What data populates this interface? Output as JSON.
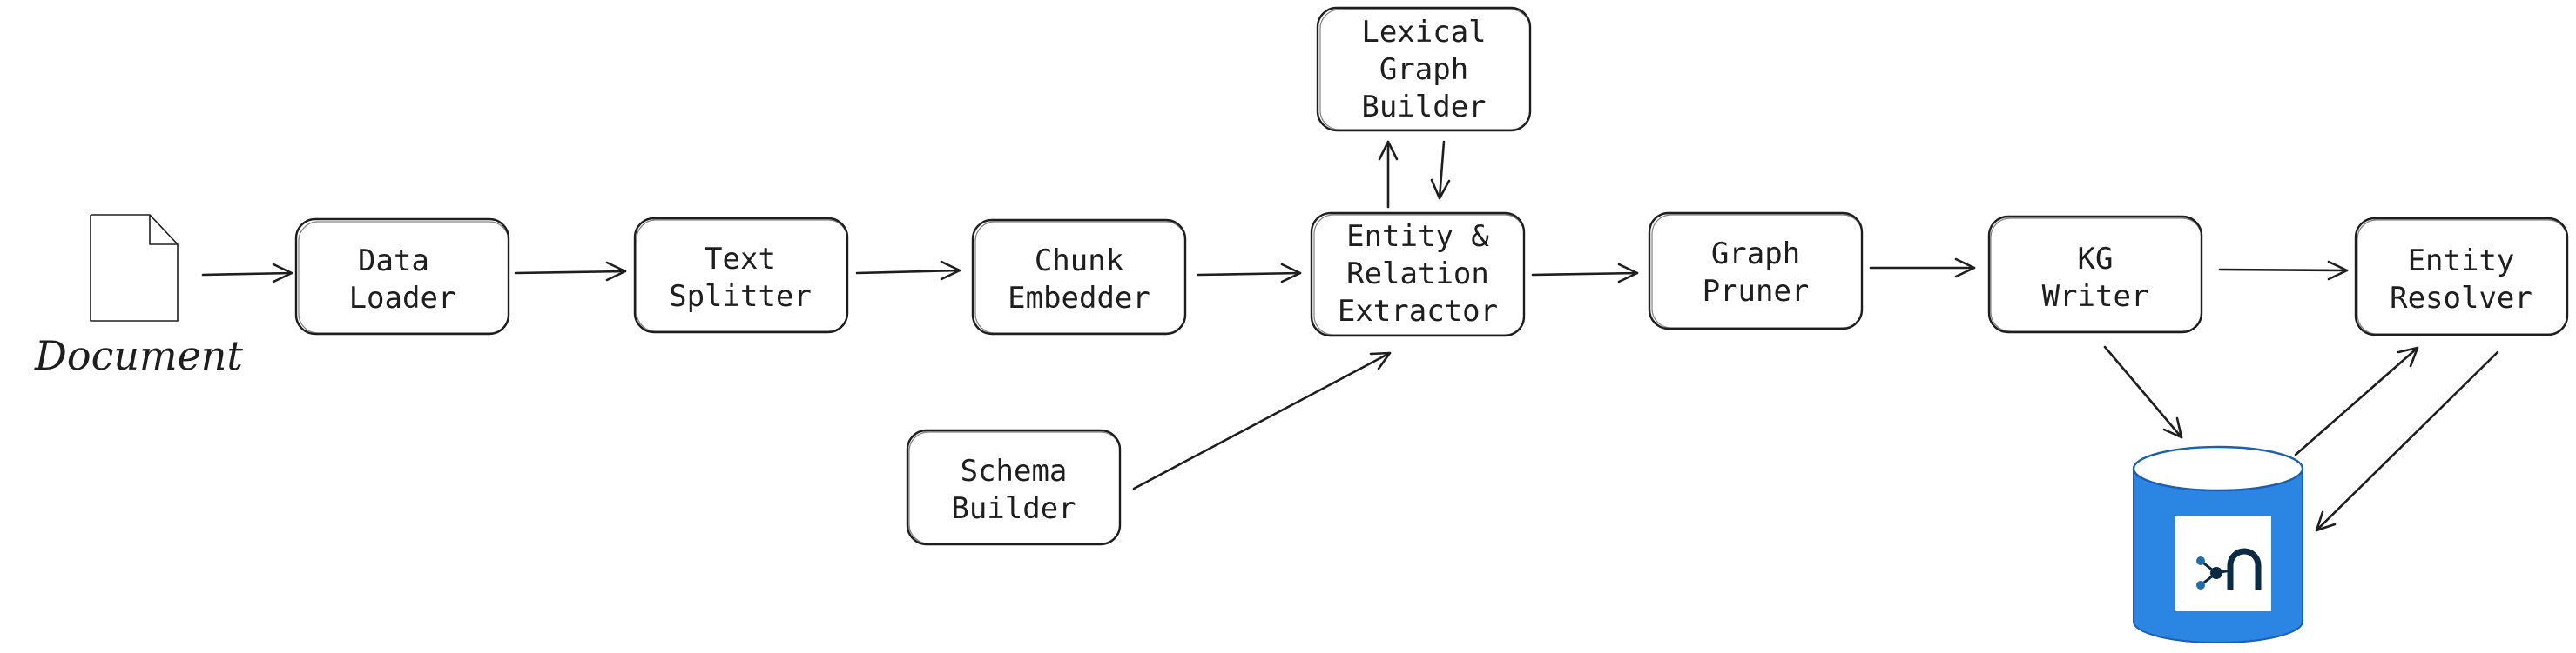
{
  "document": {
    "label": "Document"
  },
  "nodes": {
    "data_loader": [
      "Data",
      "Loader"
    ],
    "text_splitter": [
      "Text",
      "Splitter"
    ],
    "chunk_embedder": [
      "Chunk",
      "Embedder"
    ],
    "extractor": [
      "Entity &",
      "Relation",
      "Extractor"
    ],
    "lexical_graph_builder": [
      "Lexical",
      "Graph",
      "Builder"
    ],
    "schema_builder": [
      "Schema",
      "Builder"
    ],
    "graph_pruner": [
      "Graph",
      "Pruner"
    ],
    "kg_writer": [
      "KG",
      "Writer"
    ],
    "entity_resolver": [
      "Entity",
      "Resolver"
    ]
  },
  "database": {
    "icon": "neo4j-logo-icon",
    "color": "#2a86e2"
  },
  "colors": {
    "stroke": "#1e1e1e",
    "db_fill": "#2a86e2",
    "logo_dark": "#0b2a44",
    "logo_accent": "#1d6fa8"
  }
}
